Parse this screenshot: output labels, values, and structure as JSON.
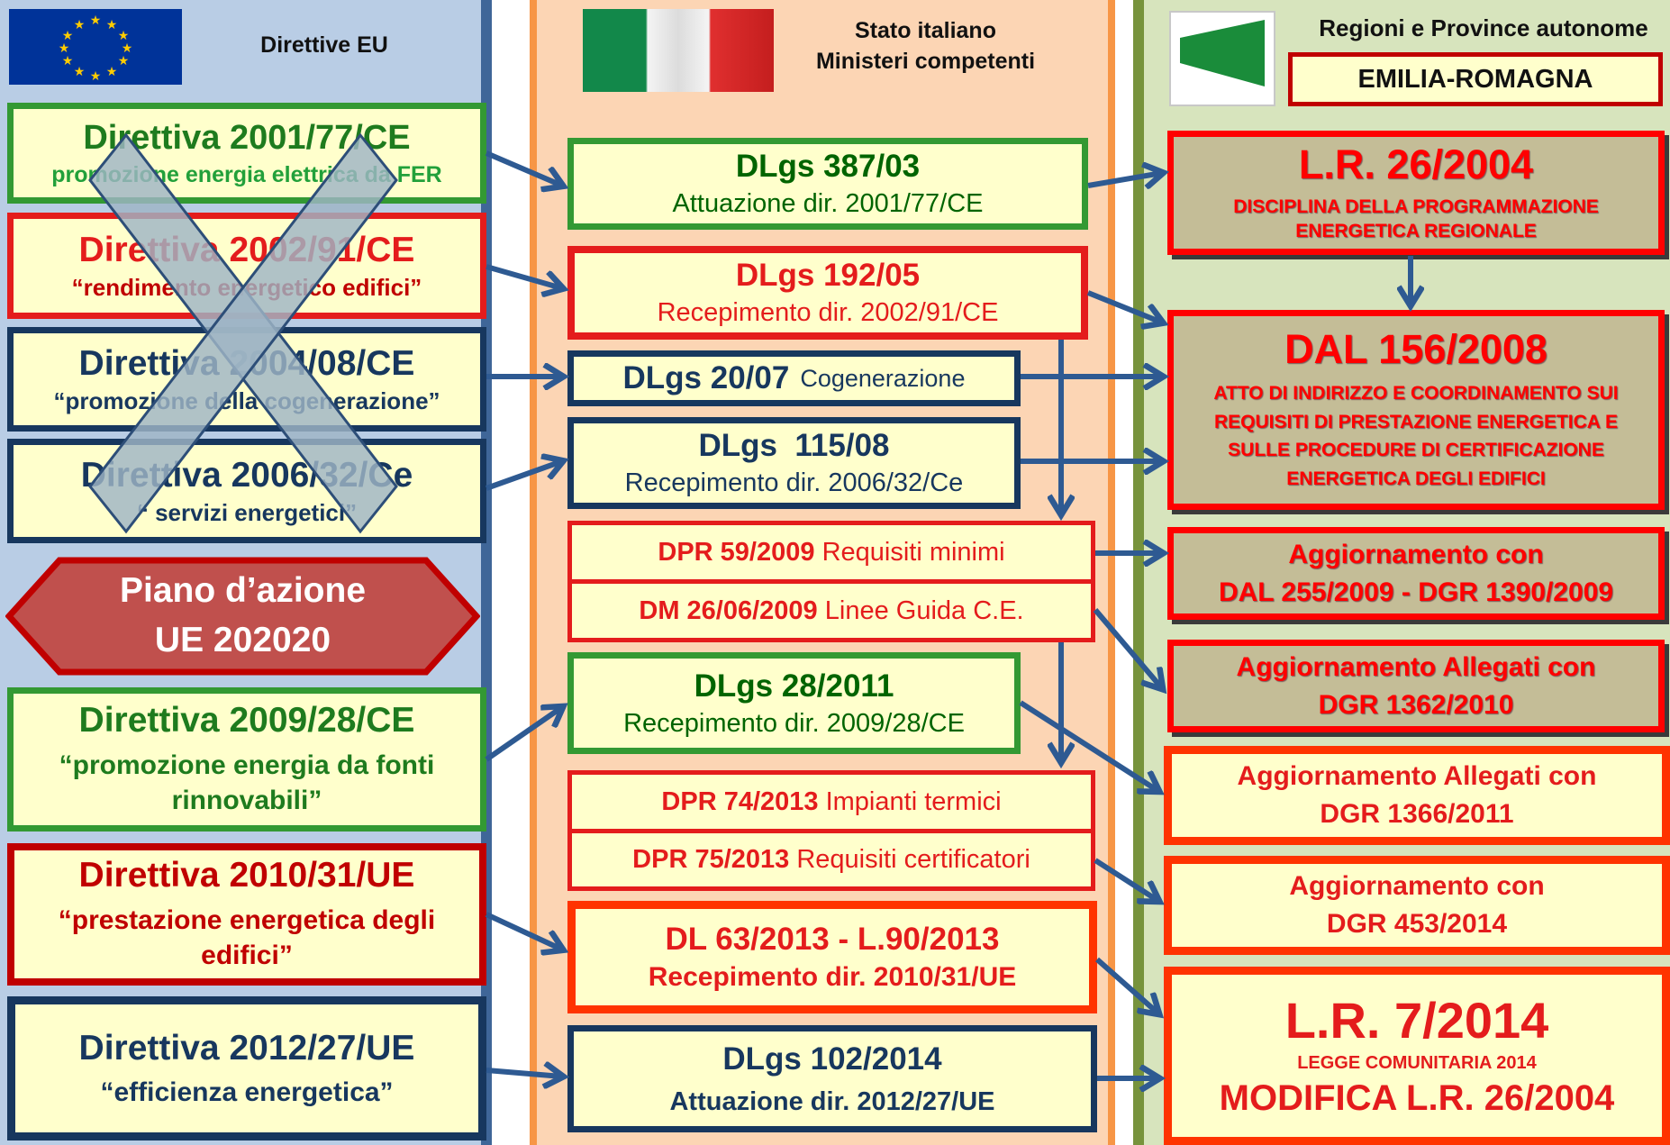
{
  "headers": {
    "eu": "Direttive EU",
    "it_line1": "Stato italiano",
    "it_line2": "Ministeri competenti",
    "rg_line1": "Regioni e Province autonome",
    "rg_name": "EMILIA-ROMAGNA"
  },
  "eu_directives": [
    {
      "title": "Direttiva 2001/77/CE",
      "subtitle": "promozione energia elettrica da FER"
    },
    {
      "title": "Direttiva 2002/91/CE",
      "subtitle": "“rendimento energetico edifici”"
    },
    {
      "title": "Direttiva 2004/08/CE",
      "subtitle": "“promozione della cogenerazione”"
    },
    {
      "title": "Direttiva 2006/32/Ce",
      "subtitle": "“ servizi energetici”"
    },
    {
      "title": "Direttiva 2009/28/CE",
      "subtitle": "“promozione energia da fonti rinnovabili”"
    },
    {
      "title": "Direttiva 2010/31/UE",
      "subtitle": "“prestazione energetica degli edifici”"
    },
    {
      "title": "Direttiva 2012/27/UE",
      "subtitle": "“efficienza energetica”"
    }
  ],
  "piano": {
    "line1": "Piano d’azione",
    "line2": "UE 202020"
  },
  "it_laws": [
    {
      "title": "DLgs 387/03",
      "subtitle": "Attuazione dir. 2001/77/CE"
    },
    {
      "title": "DLgs 192/05",
      "subtitle": "Recepimento dir. 2002/91/CE"
    },
    {
      "title": "DLgs 20/07",
      "subtitle": "Cogenerazione"
    },
    {
      "title": "DLgs  115/08",
      "subtitle": "Recepimento dir. 2006/32/Ce"
    },
    {
      "title": "DPR 59/2009",
      "subtitle": "Requisiti minimi"
    },
    {
      "title": "DM 26/06/2009",
      "subtitle": "Linee Guida C.E."
    },
    {
      "title": "DLgs 28/2011",
      "subtitle": "Recepimento dir. 2009/28/CE"
    },
    {
      "title": "DPR 74/2013",
      "subtitle": "Impianti termici"
    },
    {
      "title": "DPR 75/2013",
      "subtitle": "Requisiti certificatori"
    },
    {
      "title": "DL 63/2013 - L.90/2013",
      "subtitle": "Recepimento dir. 2010/31/UE"
    },
    {
      "title": "DLgs 102/2014",
      "subtitle": "Attuazione dir. 2012/27/UE"
    }
  ],
  "rg_acts": [
    {
      "title": "L.R. 26/2004",
      "subtitle": "DISCIPLINA DELLA PROGRAMMAZIONE ENERGETICA REGIONALE"
    },
    {
      "title": "DAL 156/2008",
      "subtitle": "ATTO DI INDIRIZZO E COORDINAMENTO SUI REQUISITI DI PRESTAZIONE ENERGETICA E SULLE PROCEDURE DI CERTIFICAZIONE ENERGETICA DEGLI EDIFICI"
    },
    {
      "line1": "Aggiornamento con",
      "line2": "DAL 255/2009 - DGR 1390/2009"
    },
    {
      "line1": "Aggiornamento Allegati con",
      "line2": "DGR 1362/2010"
    },
    {
      "line1": "Aggiornamento Allegati con",
      "line2": "DGR 1366/2011"
    },
    {
      "line1": "Aggiornamento con",
      "line2": "DGR 453/2014"
    },
    {
      "title": "L.R. 7/2014",
      "small": "LEGGE COMUNITARIA 2014",
      "big": "MODIFICA L.R. 26/2004"
    }
  ],
  "colors": {
    "eu_bg": "#b9cde5",
    "it_bg": "#fcd5b4",
    "rg_bg": "#d7e4bd",
    "arrow": "#2e5a92",
    "green": "#339933",
    "red": "#e41c1c",
    "navy": "#17375e",
    "orange_red": "#ff3300"
  }
}
